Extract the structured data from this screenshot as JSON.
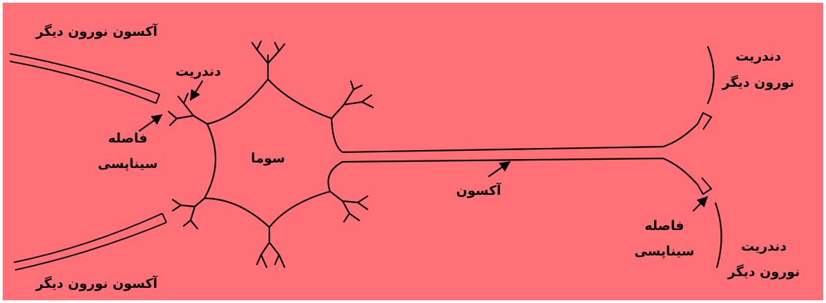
{
  "colors": {
    "background": "#ff7077",
    "border": "#ffffff",
    "ink": "#000000"
  },
  "labels": {
    "axon_other_top": "آکسون نورون دیگر",
    "axon_other_bottom": "آکسون نورون دیگر",
    "dendrite_center": "دندریت",
    "synaptic_gap_left_1": "فاصله",
    "synaptic_gap_left_2": "سیناپسی",
    "soma": "سوما",
    "axon": "آکسون",
    "dendrite_other_top_1": "دندریت",
    "dendrite_other_top_2": "نورون دیگر",
    "synaptic_gap_right_1": "فاصله",
    "synaptic_gap_right_2": "سیناپسی",
    "dendrite_other_bottom_1": "دندریت",
    "dendrite_other_bottom_2": "نورون دیگر"
  }
}
